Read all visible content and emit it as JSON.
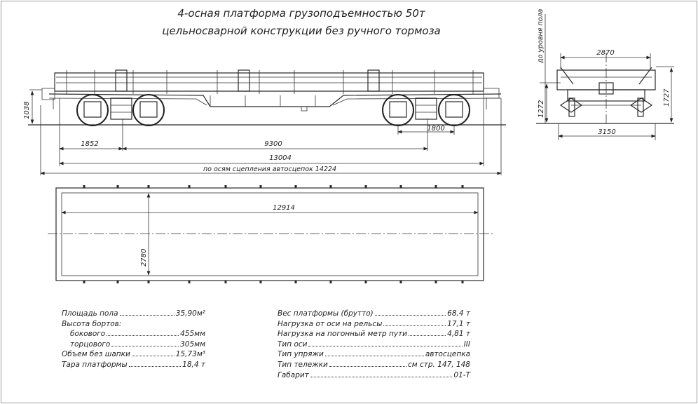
{
  "title": {
    "line1": "4-осная платформа грузоподъемностью 50т",
    "line2": "цельносварной конструкции без ручного тормоза"
  },
  "side_view": {
    "height_1038": "1038",
    "bogie_base_1800": "1800",
    "dim_1852": "1852",
    "bogie_centers_9300": "9300",
    "frame_length_13004": "13004",
    "coupler_length_label": "по осям сцепления автосцепок 14224"
  },
  "plan_view": {
    "inner_length": "12914",
    "inner_width": "2780"
  },
  "end_view": {
    "floor_level_label": "до уровня пола",
    "width_2870": "2870",
    "width_3150": "3150",
    "height_1272": "1272",
    "height_1727": "1727"
  },
  "specs_left": [
    {
      "label": "Площадь пола",
      "value": "35,90м²",
      "indent": 0
    },
    {
      "label": "Высота бортов:",
      "value": "",
      "indent": 0
    },
    {
      "label": "бокового",
      "value": "455мм",
      "indent": 1
    },
    {
      "label": "торцового",
      "value": "305мм",
      "indent": 1
    },
    {
      "label": "Объем без шапки",
      "value": "15,73м³",
      "indent": 0
    },
    {
      "label": "Тара платформы",
      "value": "18,4 т",
      "indent": 0
    }
  ],
  "specs_right": [
    {
      "label": "Вес платформы (брутто)",
      "value": "68,4 т"
    },
    {
      "label": "Нагрузка от оси на рельсы",
      "value": "17,1 т"
    },
    {
      "label": "Нагрузка на погонный метр пути",
      "value": "4,81 т"
    },
    {
      "label": "Тип оси",
      "value": "III"
    },
    {
      "label": "Тип упряжи",
      "value": "автосцепка"
    },
    {
      "label": "Тип тележки",
      "value": "см стр. 147, 148"
    },
    {
      "label": "Габарит",
      "value": "01-Т"
    }
  ]
}
